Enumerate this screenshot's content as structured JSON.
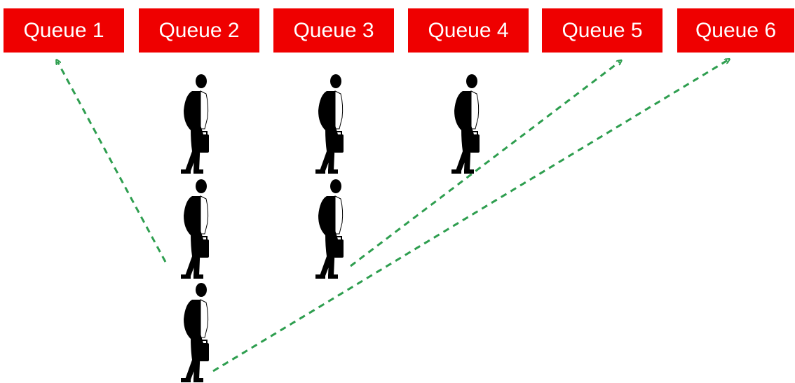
{
  "colors": {
    "queue_fill": "#ef0000",
    "queue_text": "#ffffff",
    "arrow": "#2e9e4f",
    "person": "#000000"
  },
  "queues": [
    {
      "label": "Queue 1",
      "waiting": 0
    },
    {
      "label": "Queue 2",
      "waiting": 3
    },
    {
      "label": "Queue 3",
      "waiting": 2
    },
    {
      "label": "Queue 4",
      "waiting": 1
    },
    {
      "label": "Queue 5",
      "waiting": 0
    },
    {
      "label": "Queue 6",
      "waiting": 0
    }
  ],
  "icons": {
    "person": "businessman-with-briefcase-icon"
  }
}
